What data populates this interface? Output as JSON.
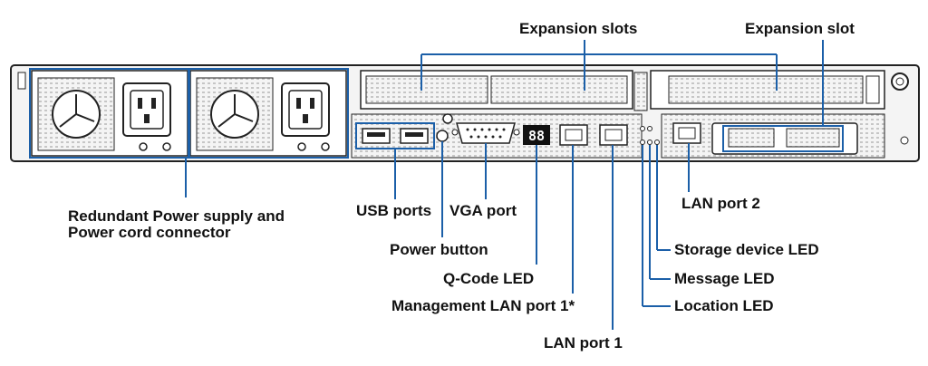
{
  "labels": {
    "expansion_slots": "Expansion slots",
    "expansion_slot": "Expansion slot",
    "psu_line1": "Redundant Power supply and",
    "psu_line2": "Power cord connector",
    "usb_ports": "USB ports",
    "vga_port": "VGA port",
    "lan_port_2": "LAN port 2",
    "power_button": "Power button",
    "storage_led": "Storage device LED",
    "qcode_led": "Q-Code LED",
    "message_led": "Message LED",
    "mgmt_lan": "Management LAN port 1*",
    "location_led": "Location LED",
    "lan_port_1": "LAN port 1"
  },
  "qcode_display": "88",
  "colors": {
    "callout": "#1b5fa8",
    "outline": "#222222",
    "chassis": "#f4f4f4",
    "hatch": "#c8c8c8",
    "label_text": "#111111"
  }
}
